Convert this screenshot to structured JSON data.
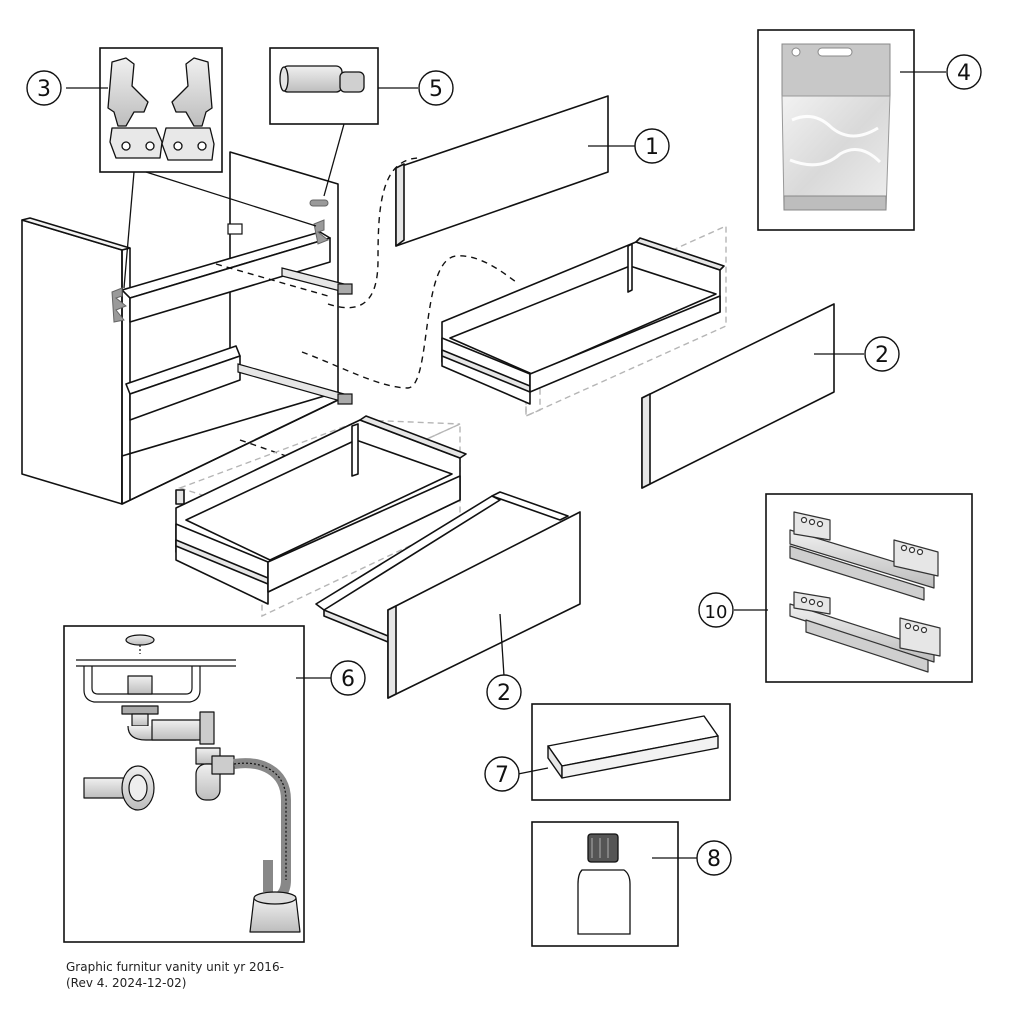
{
  "callouts": {
    "c1": "1",
    "c2a": "2",
    "c2b": "2",
    "c3": "3",
    "c4": "4",
    "c5": "5",
    "c6": "6",
    "c7": "7",
    "c8": "8",
    "c10": "10"
  },
  "caption": {
    "line1": "Graphic furnitur vanity unit yr 2016-",
    "line2": "(Rev 4. 2024-12-02)"
  },
  "colors": {
    "stroke": "#111111",
    "ghost": "#b5b5b5",
    "part_fill": "#ffffff",
    "shade": "#e6e6e6"
  }
}
